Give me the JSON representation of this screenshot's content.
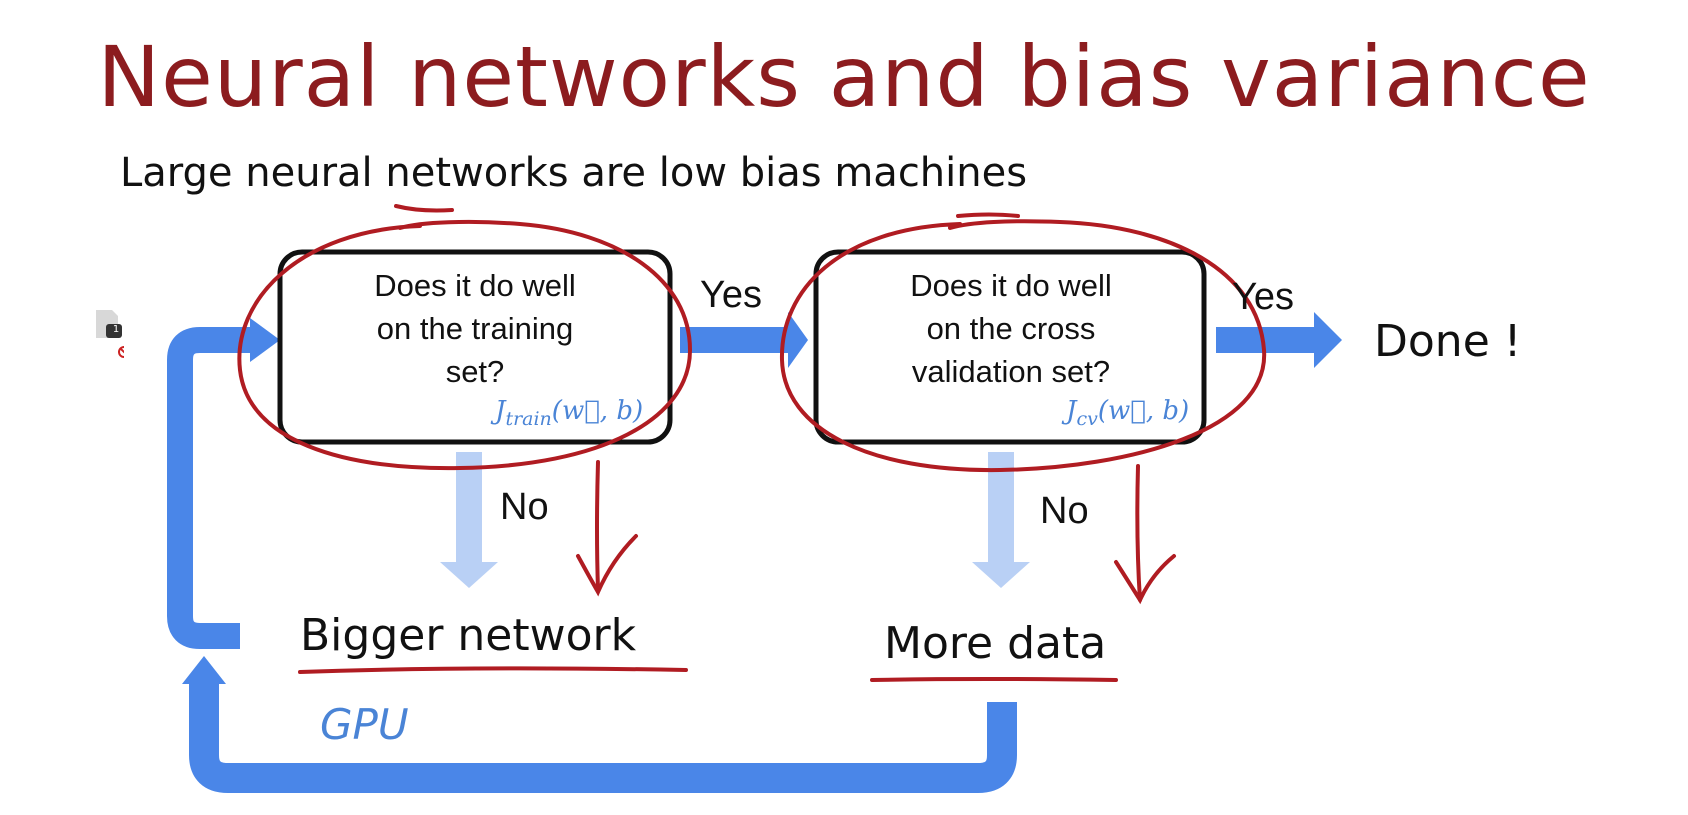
{
  "slide": {
    "title": "Neural networks and bias variance",
    "subtitle": "Large neural networks are low bias machines"
  },
  "boxes": [
    {
      "text": "Does it do well\non the training\nset?",
      "formula_main": "J",
      "formula_sub": "train",
      "formula_args": "(w⃗, b)"
    },
    {
      "text": "Does it do well\non the cross\nvalidation set?",
      "formula_main": "J",
      "formula_sub": "cv",
      "formula_args": "(w⃗, b)"
    }
  ],
  "labels": {
    "yes_1": "Yes",
    "yes_2": "Yes",
    "no_1": "No",
    "no_2": "No",
    "done": "Done !",
    "bigger_network": "Bigger network",
    "more_data": "More data",
    "gpu": "GPU"
  },
  "overlay": {
    "badge_count": "1"
  },
  "colors": {
    "title": "#8c1c1f",
    "blue_arrow": "#4a86e8",
    "light_blue_arrow": "#b9d0f5",
    "annotation_red": "#b01c22",
    "formula_blue": "#4a84d6"
  }
}
